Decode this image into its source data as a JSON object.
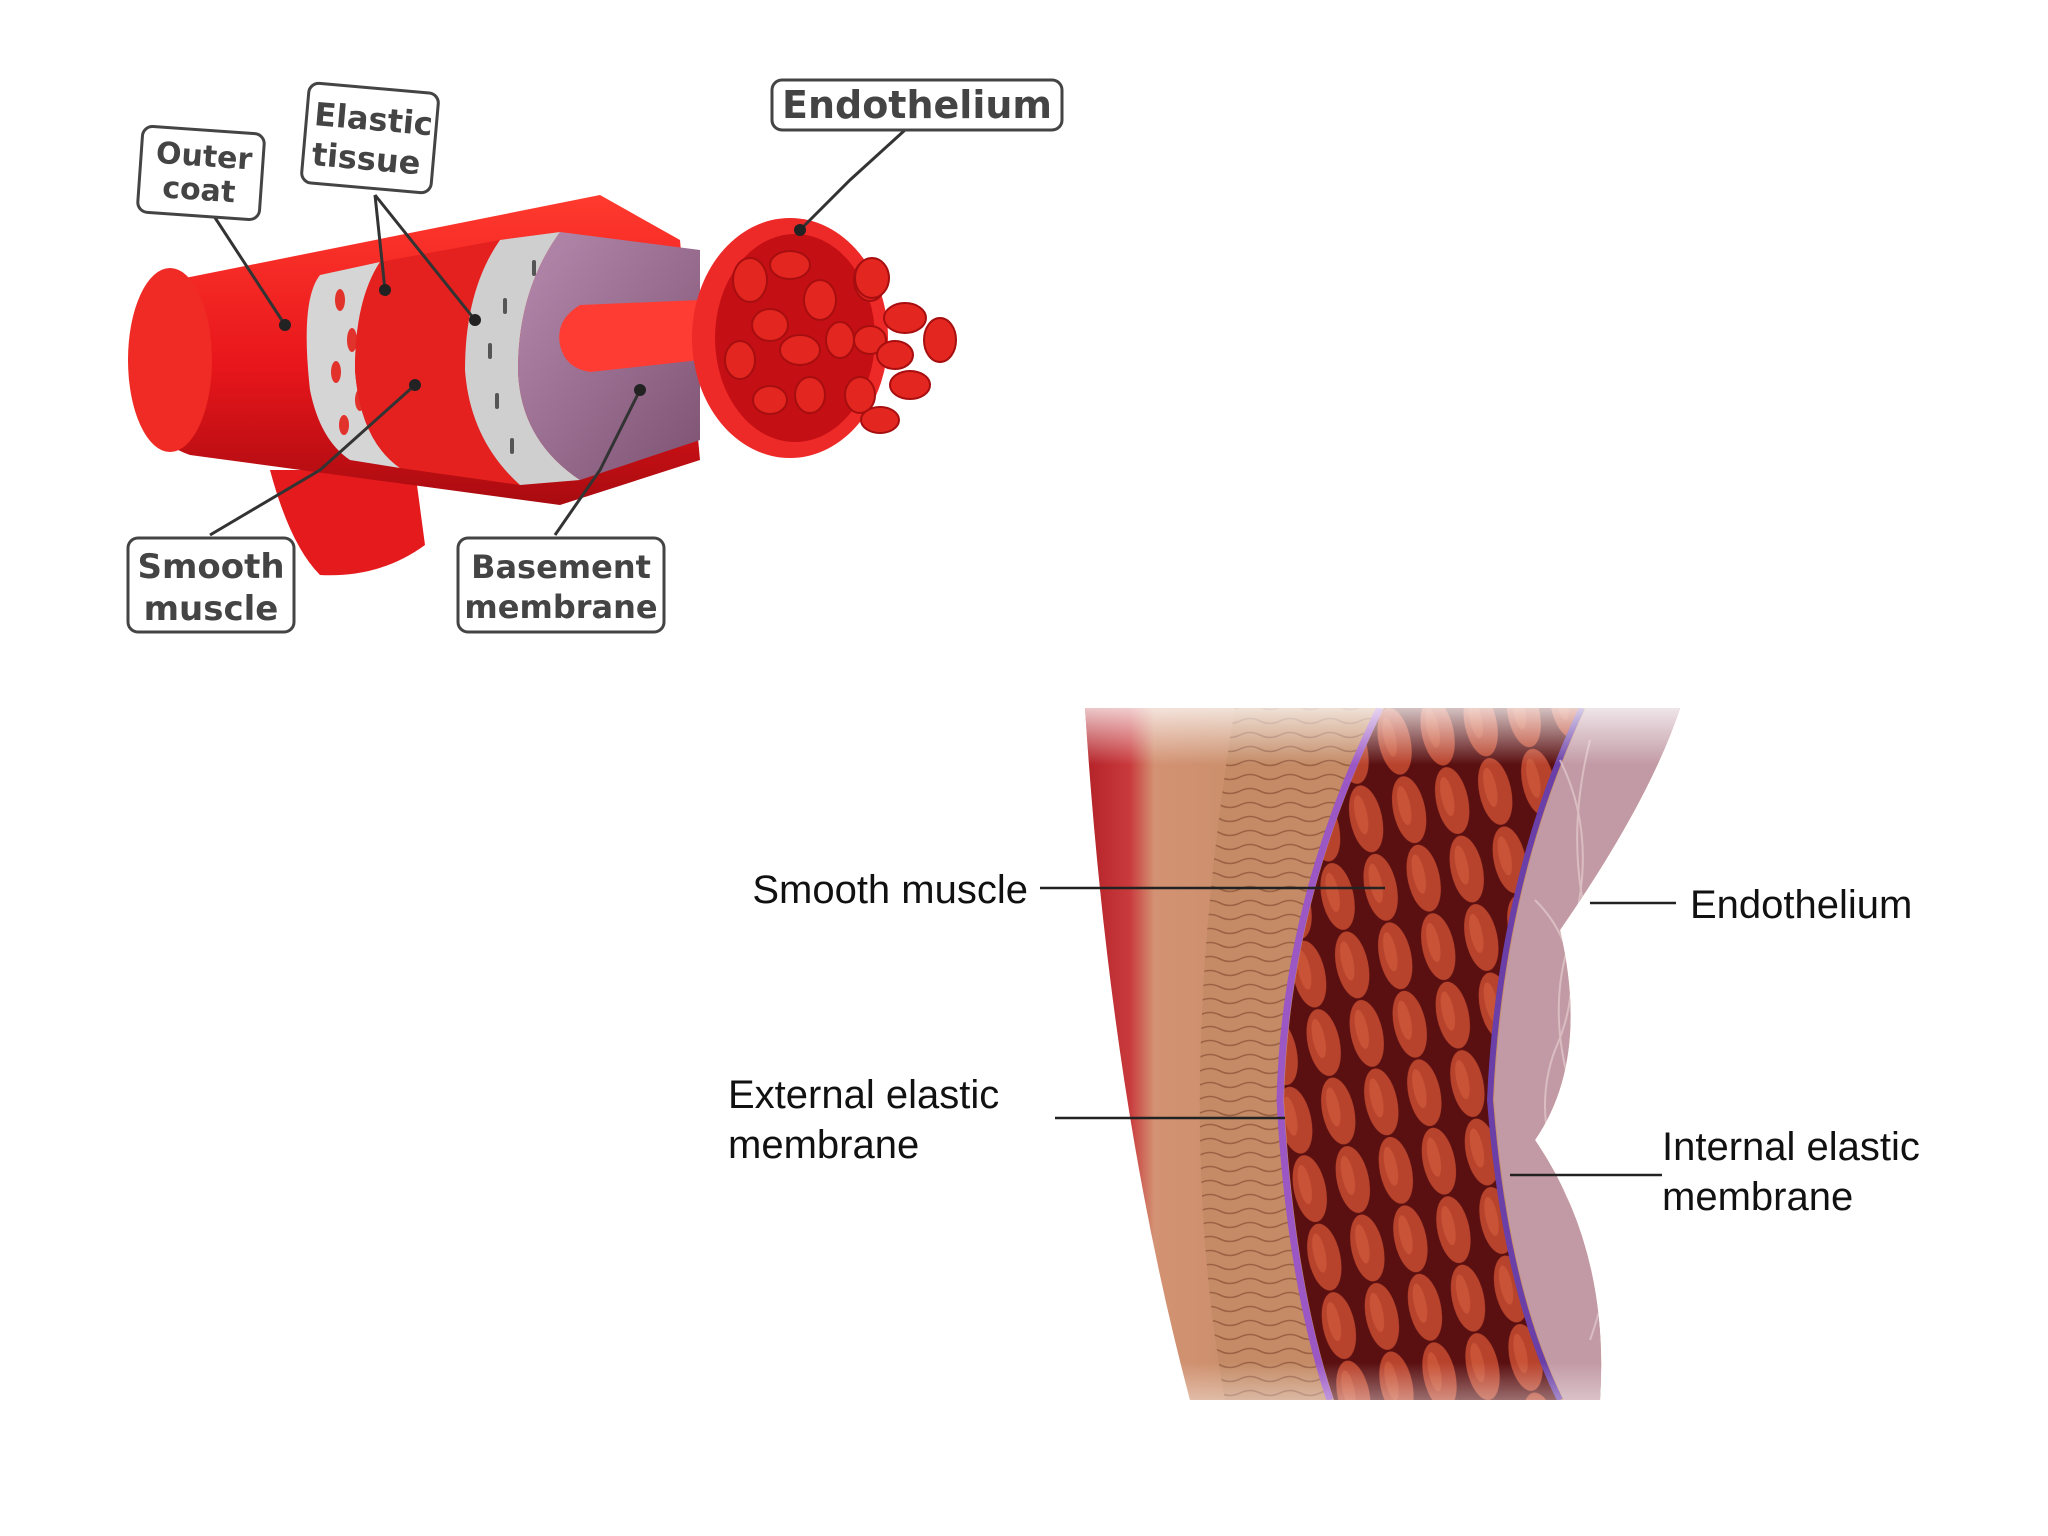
{
  "top_diagram": {
    "labels": {
      "outer_coat": [
        "Outer",
        "coat"
      ],
      "elastic_tissue": [
        "Elastic",
        "tissue"
      ],
      "endothelium": "Endothelium",
      "smooth_muscle": [
        "Smooth",
        "muscle"
      ],
      "basement_membrane": [
        "Basement",
        "membrane"
      ]
    }
  },
  "bottom_diagram": {
    "labels": {
      "smooth_muscle": "Smooth muscle",
      "endothelium": "Endothelium",
      "external_elastic_membrane": [
        "External elastic",
        "membrane"
      ],
      "internal_elastic_membrane": [
        "Internal elastic",
        "membrane"
      ]
    }
  },
  "colors": {
    "vessel_red": "#e8161b",
    "vessel_dark": "#b80d12",
    "elastic_grey": "#cfcfcf",
    "basement_purple": "#9a6b8f",
    "muscle_brown": "#a83a26",
    "adventitia_tan": "#c98f6a"
  }
}
